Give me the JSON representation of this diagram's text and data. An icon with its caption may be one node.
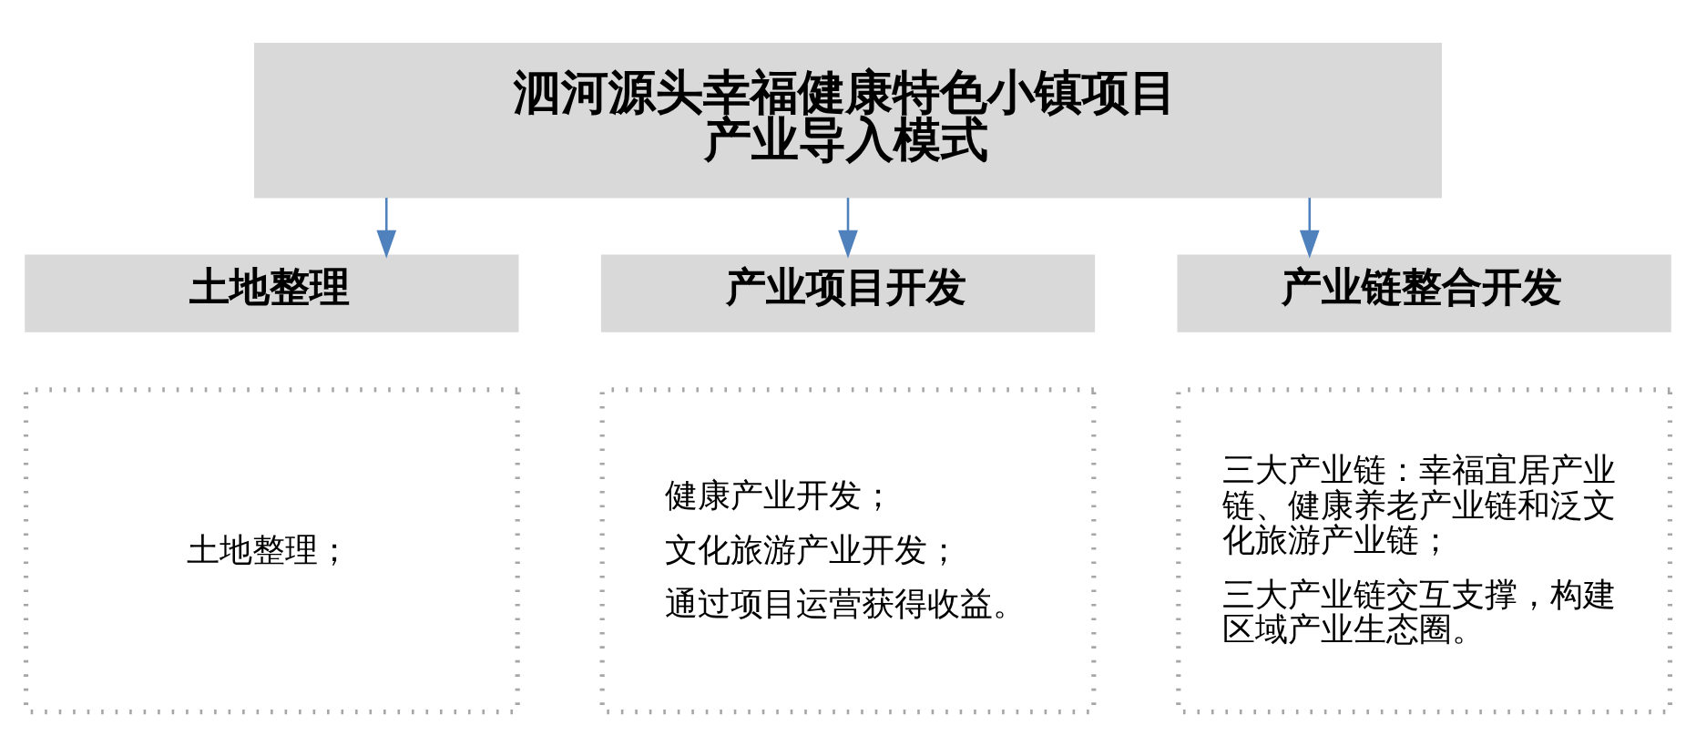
{
  "diagram": {
    "nodes": [
      {
        "text": [
          "泗河源头幸福健康特色小镇项目产业导入模式"
        ]
      },
      {
        "text": [
          "土地整理"
        ]
      },
      {
        "text": [
          "产业项目开发"
        ]
      },
      {
        "text": [
          "产业链整合开发"
        ]
      },
      {
        "text": [
          "土地整理；"
        ]
      },
      {
        "text": [
          "健康产业开发；",
          "文化旅游产业开发；",
          "通过项目运营获得收益。"
        ]
      },
      {
        "text": [
          "三大产业链：幸福宜居产业链、健康养老产业链和泛文化旅游产业链；",
          "三大产业链交互支撑，构建区域产业生态圈。"
        ]
      }
    ],
    "edges": [
      {
        "from": 0,
        "to": 1,
        "arrow": "to"
      },
      {
        "from": 0,
        "to": 2,
        "arrow": "to"
      },
      {
        "from": 0,
        "to": 3,
        "arrow": "to"
      }
    ]
  }
}
